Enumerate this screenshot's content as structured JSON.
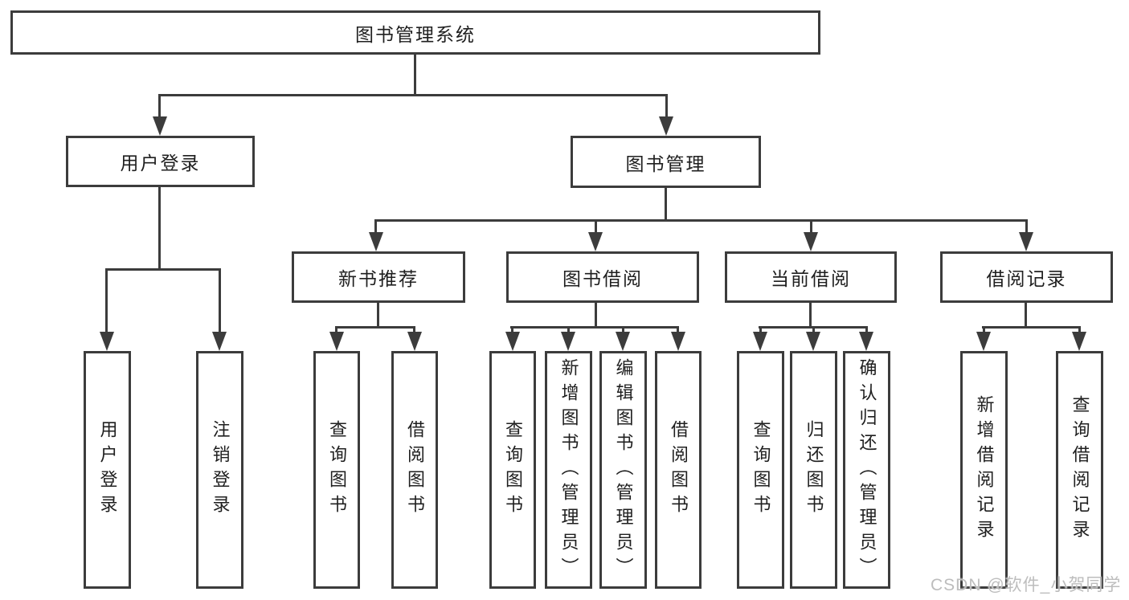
{
  "colors": {
    "line": "#3c3c3c",
    "text": "#1f1f1f",
    "box_bg": "#ffffff",
    "watermark": "#bdbdbd"
  },
  "root": {
    "label": "图书管理系统"
  },
  "level2": [
    {
      "label": "用户登录"
    },
    {
      "label": "图书管理"
    }
  ],
  "level3": [
    {
      "label": "新书推荐"
    },
    {
      "label": "图书借阅"
    },
    {
      "label": "当前借阅"
    },
    {
      "label": "借阅记录"
    }
  ],
  "leaves": {
    "user_login": [
      "用户登录",
      "注销登录"
    ],
    "new_book_recommend": [
      "查询图书",
      "借阅图书"
    ],
    "book_borrow": [
      "查询图书",
      "新增图书（管理员）",
      "编辑图书（管理员）",
      "借阅图书"
    ],
    "current_borrow": [
      "查询图书",
      "归还图书",
      "确认归还（管理员）"
    ],
    "borrow_records": [
      "新增借阅记录",
      "查询借阅记录"
    ]
  },
  "watermark": "CSDN @软件_小贺同学"
}
